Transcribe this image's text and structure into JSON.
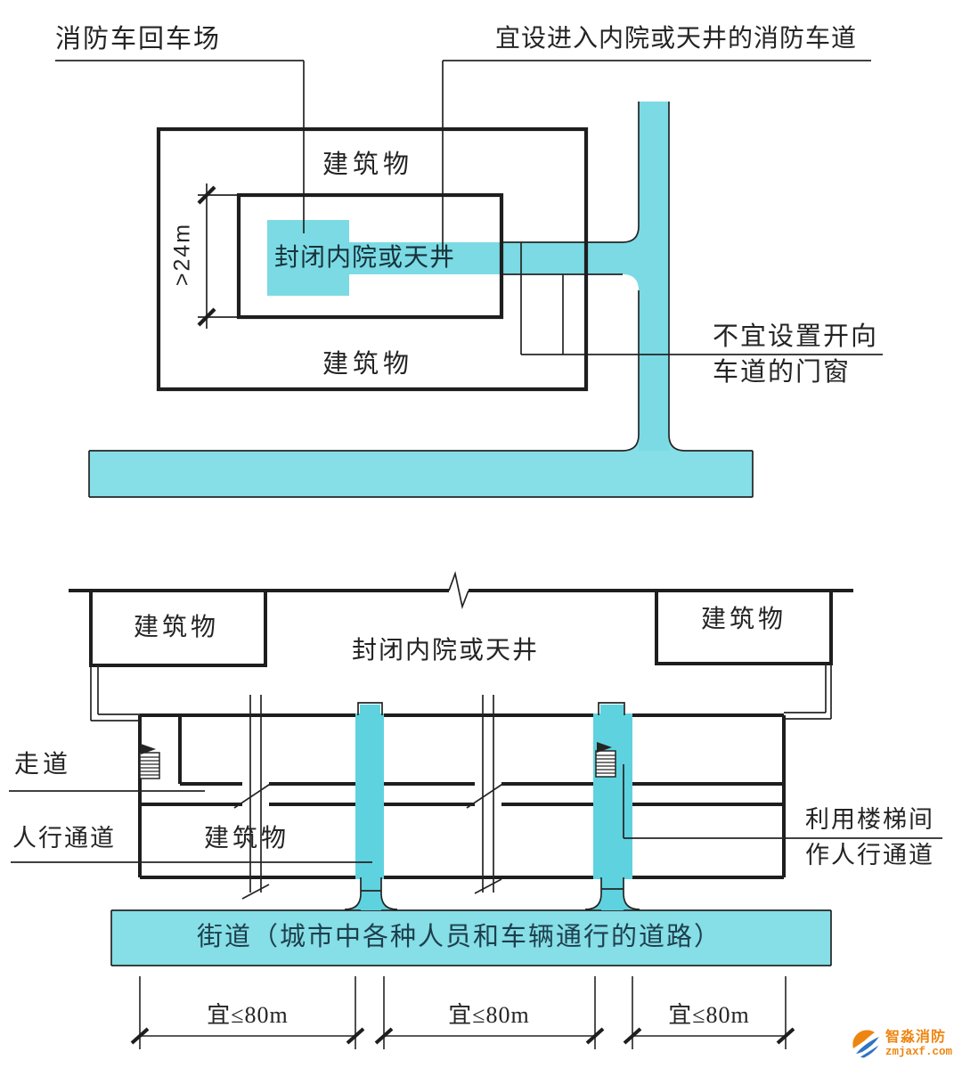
{
  "colors": {
    "cyan": "#7bdae3",
    "street_cyan": "#86dee6",
    "passage_cyan": "#5fd2df",
    "ink": "#242424",
    "street_text": "#1d3f4d",
    "logo_orange": "#ee8510",
    "logo_blue": "#2f74c0"
  },
  "top_diagram": {
    "turnaround_label": "消防车回车场",
    "lane_label": "宜设进入内院或天井的消防车道",
    "building_top": "建筑物",
    "building_bottom": "建筑物",
    "courtyard_label": "封闭内院或天井",
    "dimension_label": ">24m",
    "window_note_line1": "不宜设置开向",
    "window_note_line2": "车道的门窗"
  },
  "bottom_diagram": {
    "building_left": "建筑物",
    "building_right": "建筑物",
    "courtyard_label": "封闭内院或天井",
    "corridor_label": "走道",
    "walkway_label": "人行通道",
    "building_band": "建筑物",
    "stair_note_line1": "利用楼梯间",
    "stair_note_line2": "作人行通道",
    "street_label": "街道（城市中各种人员和车辆通行的道路）",
    "spacing_labels": [
      "宜≤80m",
      "宜≤80m",
      "宜≤80m"
    ]
  },
  "logo": {
    "name": "智淼消防",
    "url": "zmjaxf.com"
  }
}
